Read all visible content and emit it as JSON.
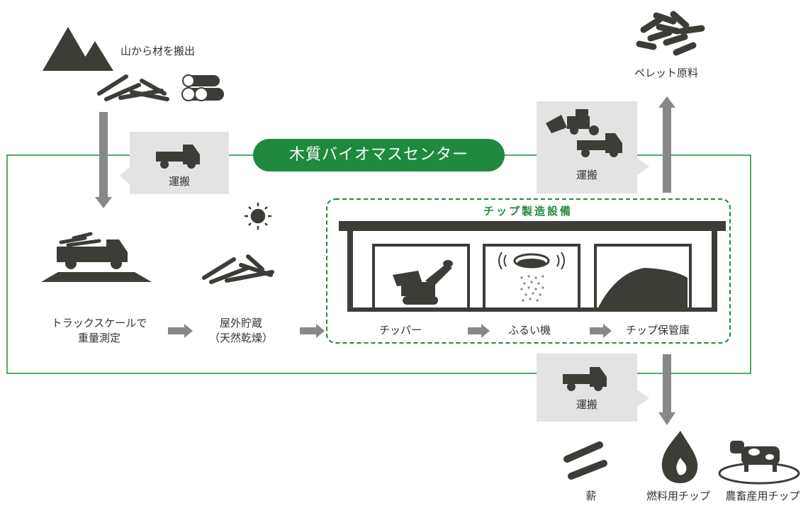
{
  "center_title": "木質バイオマスセンター",
  "facility_title": "チップ製造設備",
  "labels": {
    "mountain": "山から材を搬出",
    "pellet": "ペレット原料",
    "transport": "運搬",
    "truck_scale_line1": "トラックスケールで",
    "truck_scale_line2": "重量測定",
    "storage_line1": "屋外貯蔵",
    "storage_line2": "（天然乾燥）",
    "chipper": "チッパー",
    "sieve": "ふるい機",
    "chip_storage": "チップ保管庫",
    "firewood": "薪",
    "fuel_chip": "燃料用チップ",
    "livestock_chip": "農畜産用チップ"
  },
  "colors": {
    "brand_green": "#1f8a3e",
    "icon_dark": "#3d3d38",
    "arrow_gray": "#888888",
    "box_gray": "#e3e3e3"
  }
}
